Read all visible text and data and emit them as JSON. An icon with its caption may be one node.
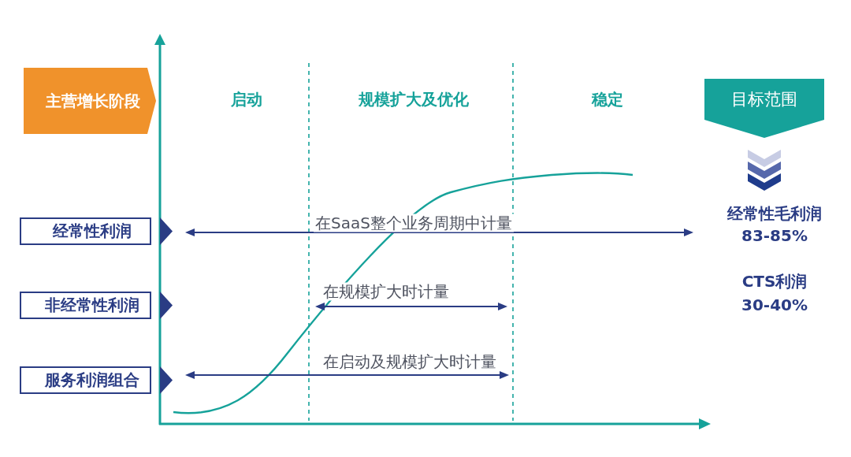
{
  "diagram": {
    "nodes": [
      {
        "text": [
          "主营增长阶段"
        ]
      },
      {
        "text": [
          "经常性利润"
        ]
      },
      {
        "text": [
          "非经常性利润"
        ]
      },
      {
        "text": [
          "服务利润组合"
        ]
      },
      {
        "text": [
          "目标范围"
        ]
      },
      {
        "text": [
          "经常性毛利润",
          "83-85%"
        ]
      }
    ],
    "edges": [
      {
        "from": 4,
        "to": 5,
        "arrow": "to"
      }
    ],
    "labels": [
      "启动",
      "规模扩大及优化",
      "稳定",
      "在SaaS整个业务周期中计量",
      "在规模扩大时计量",
      "在启动及规模扩大时计量",
      "CTS利润",
      "30-40%"
    ]
  }
}
